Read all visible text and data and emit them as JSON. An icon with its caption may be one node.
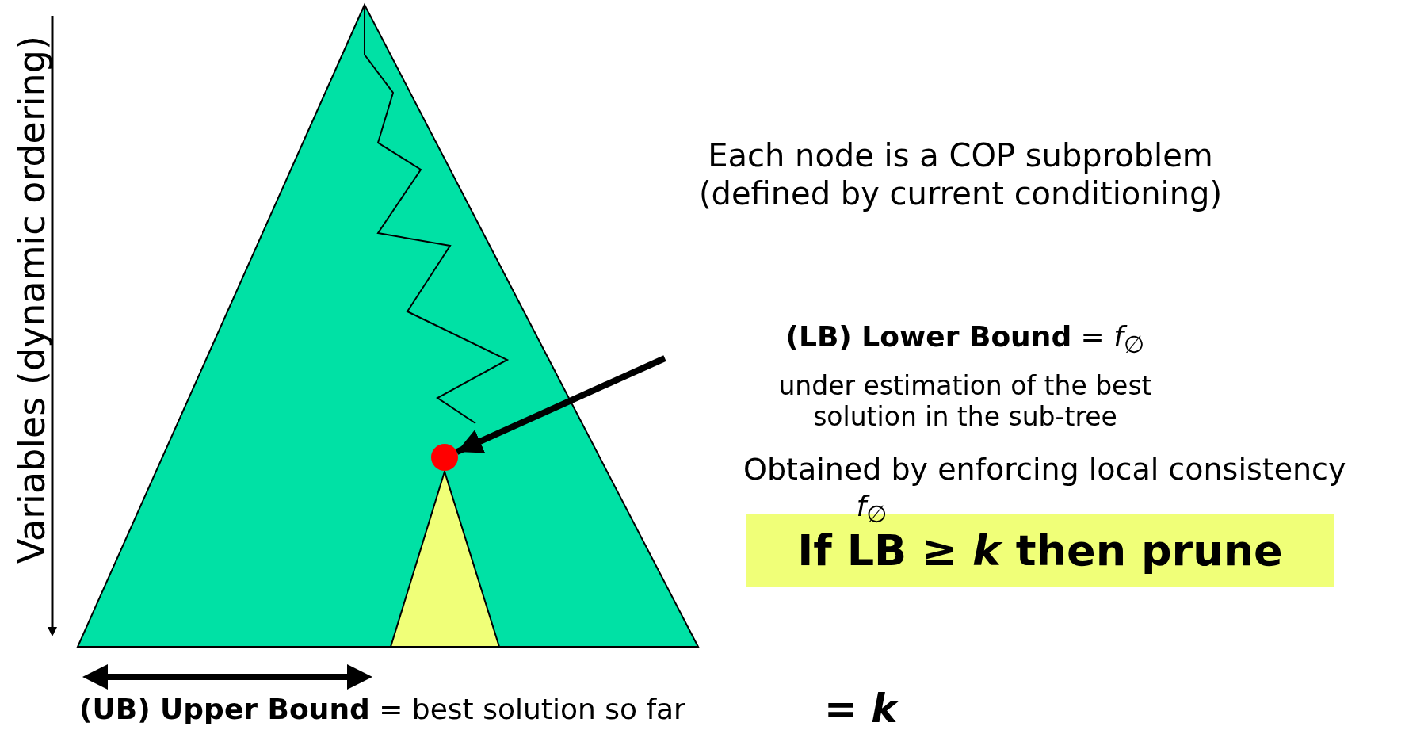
{
  "diagram": {
    "nodes": [
      {
        "text": [],
        "shape": "triangle"
      },
      {
        "text": [],
        "shape": "circle",
        "in": 0
      },
      {
        "text": [],
        "shape": "triangle",
        "in": 0
      }
    ],
    "edges": [
      {
        "from": null,
        "to": 1,
        "arrow": "to"
      }
    ],
    "labels": [
      "Variables (dynamic ordering)",
      "Each node is a COP subproblem (defined by current conditioning)",
      "**(LB) Lower Bound** = *f*$_{∅}$",
      "under estimation of the best solution in the sub-tree",
      "Obtained by enforcing local consistency",
      "*f*$_{∅}$",
      "If LB ≥ *k* then prune",
      "**(UB) Upper Bound** = best solution so far",
      "= *k*"
    ]
  }
}
